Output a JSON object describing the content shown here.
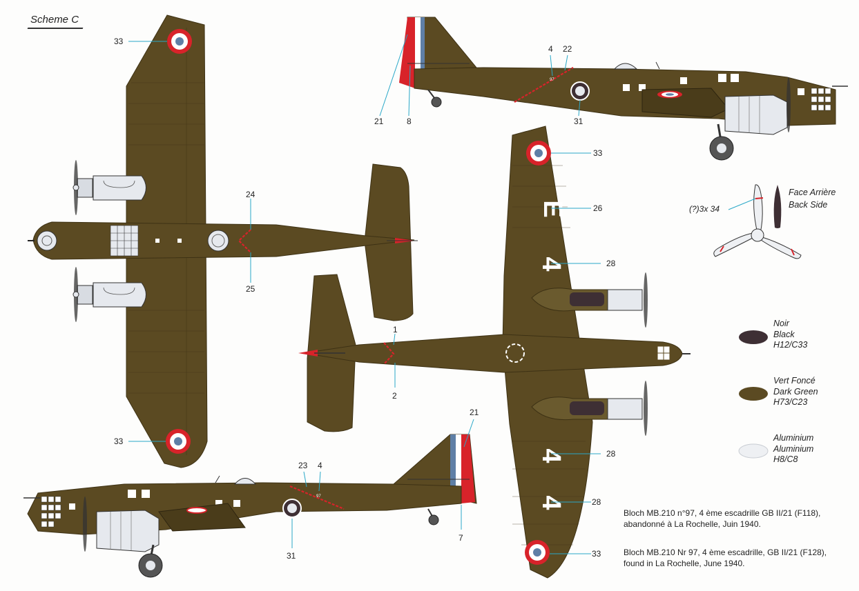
{
  "scheme_label": "Scheme C",
  "callouts": {
    "c_33_top": "33",
    "c_24": "24",
    "c_25": "25",
    "c_33_left_bottom": "33",
    "c_4_top": "4",
    "c_22": "22",
    "c_21_top": "21",
    "c_8": "8",
    "c_31_top": "31",
    "c_33_right_top": "33",
    "c_26": "26",
    "c_28_a": "28",
    "c_28_b": "28",
    "c_28_c": "28",
    "c_33_right_bottom": "33",
    "c_1": "1",
    "c_2": "2",
    "c_21_bottom": "21",
    "c_23": "23",
    "c_4_bottom": "4",
    "c_7": "7",
    "c_31_bottom": "31",
    "c_prop": "(?)3x 34"
  },
  "markings": {
    "letter_e": "E",
    "digit_top": "4",
    "digit_mid": "4",
    "digit_bottom": "4",
    "serial": "97"
  },
  "prop_faces": [
    "Face Arrière",
    "Back Side"
  ],
  "legend": [
    {
      "lines": [
        "Noir",
        "Black",
        "H12/C33"
      ],
      "color": "#3e2f34"
    },
    {
      "lines": [
        "Vert Foncé",
        "Dark Green",
        "H73/C23"
      ],
      "color": "#5b4a22"
    },
    {
      "lines": [
        "Aluminium",
        "Aluminium",
        "H8/C8"
      ],
      "color": "#eef0f3"
    }
  ],
  "captions": [
    [
      "Bloch MB.210 n°97, 4 ème escadrille GB II/21 (F118),",
      "abandonné à La Rochelle, Juin 1940."
    ],
    [
      "Bloch MB.210 Nr 97, 4 ème escadrille, GB II/21 (F128),",
      "found in La Rochelle, June 1940."
    ]
  ],
  "colors": {
    "olive": "#5b4a22",
    "olive_dark": "#4a3c1a",
    "aluminium": "#e6e9ee",
    "black": "#3e2f34",
    "roundel_red": "#d8232a",
    "roundel_blue": "#5f7fa6",
    "leader_cyan": "#29a8c8"
  }
}
